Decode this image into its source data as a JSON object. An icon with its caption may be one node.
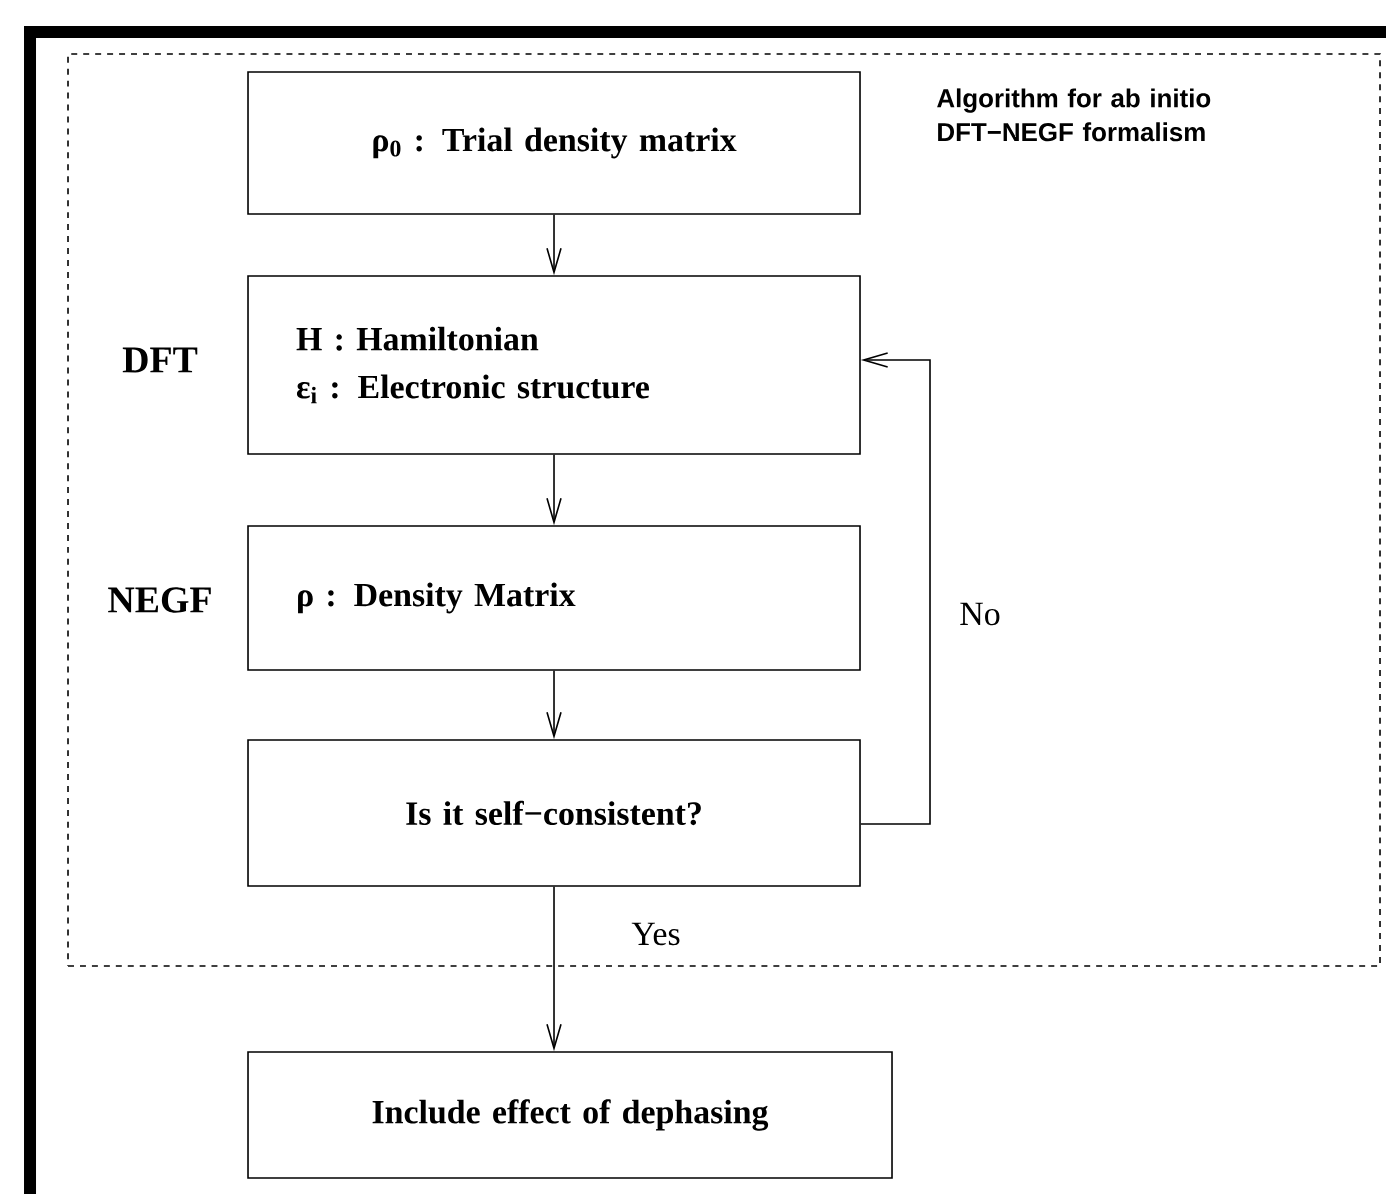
{
  "diagram": {
    "nodes": [
      {
        "text": [
          "Algorithm for ab initio DFT−NEGF formalism"
        ]
      },
      {
        "text": [
          "ρ$_{0}$ : Trial density matrix"
        ],
        "in": 0
      },
      {
        "text": [
          "H : Hamiltonian",
          "ε$_{i}$ : Electronic structure"
        ],
        "beside": [
          "DFT"
        ],
        "in": 0
      },
      {
        "text": [
          "ρ : Density Matrix"
        ],
        "beside": [
          "NEGF"
        ],
        "in": 0
      },
      {
        "text": [
          "Is it self−consistent?"
        ],
        "in": 0
      },
      {
        "text": [
          "Include effect of dephasing"
        ]
      }
    ],
    "edges": [
      {
        "from": 1,
        "to": 2,
        "arrow": "to"
      },
      {
        "from": 2,
        "to": 3,
        "arrow": "to"
      },
      {
        "from": 3,
        "to": 4,
        "arrow": "to"
      },
      {
        "from": 4,
        "to": 2,
        "arrow": "to",
        "label": "No"
      },
      {
        "from": 4,
        "to": 5,
        "arrow": "to",
        "label": "Yes"
      }
    ]
  }
}
